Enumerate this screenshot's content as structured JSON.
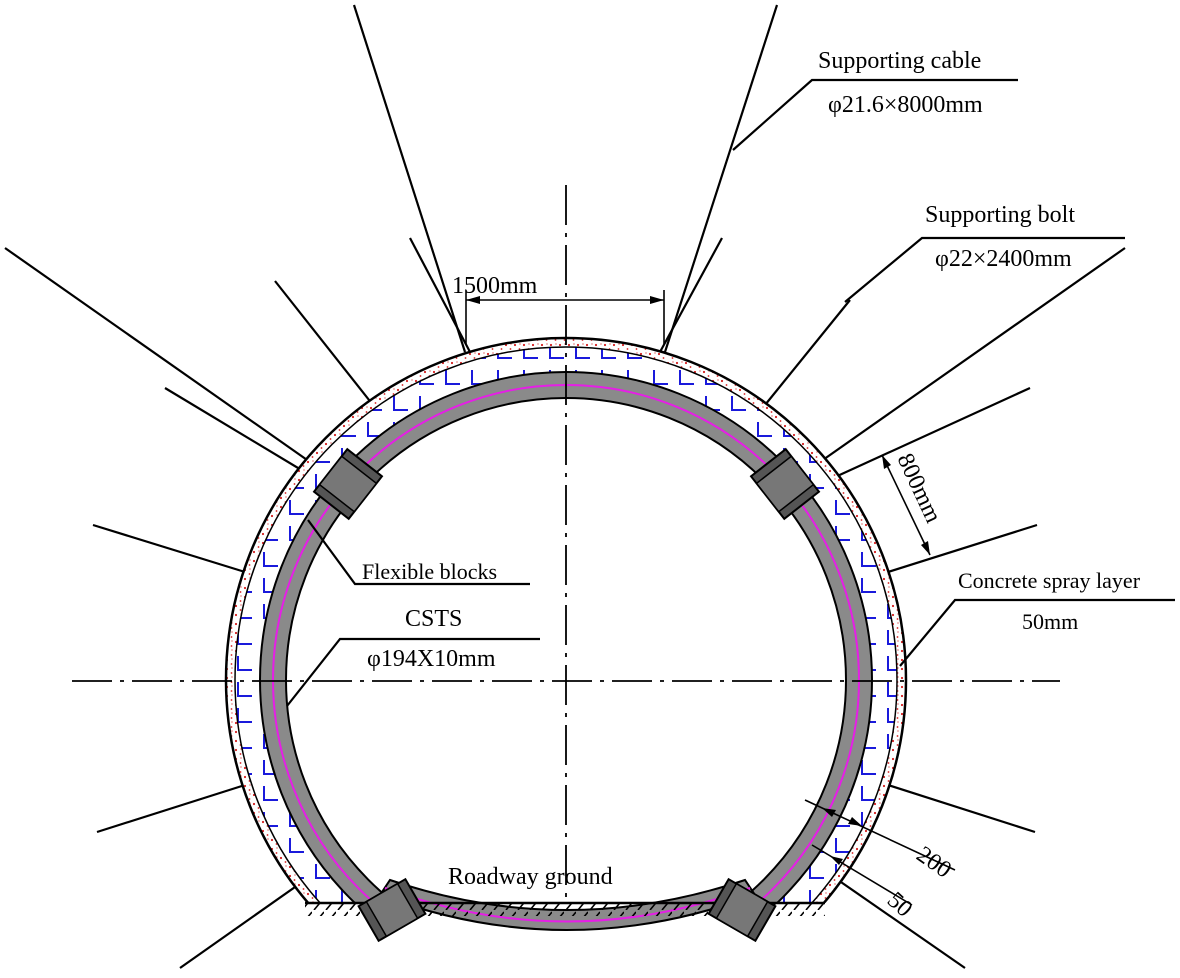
{
  "labels": {
    "supporting_cable": "Supporting cable",
    "cable_spec": "φ21.6×8000mm",
    "supporting_bolt": "Supporting bolt",
    "bolt_spec": "φ22×2400mm",
    "spacing": "1500mm",
    "depth": "800mm",
    "flexible_blocks": "Flexible blocks",
    "csts": "CSTS",
    "csts_spec": "φ194X10mm",
    "concrete_spray_layer": "Concrete spray layer",
    "concrete_thickness": "50mm",
    "roadway_ground": "Roadway ground",
    "dim_200": "200",
    "dim_50": "50"
  },
  "colors": {
    "mesh": "#1a1adb",
    "tube": "#8a8a8a",
    "core": "#e61ee6",
    "spray": "#d42020",
    "block": "#555555",
    "line": "#000000"
  }
}
